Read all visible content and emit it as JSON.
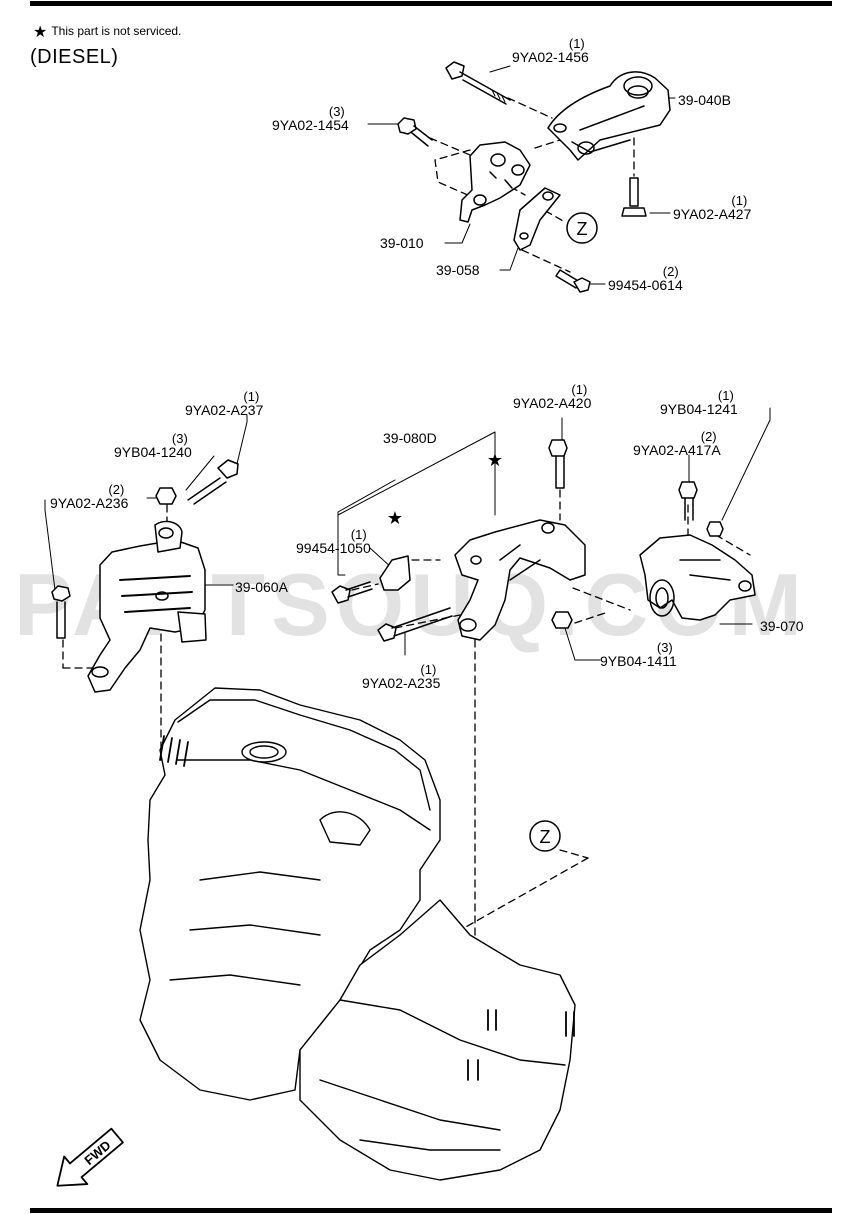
{
  "header": {
    "note_symbol": "★",
    "note_text": "This part is not serviced.",
    "variant": "(DIESEL)"
  },
  "watermark": "PARTSOUQ.COM",
  "circle_label": "Z",
  "fwd_label": "FWD",
  "callouts": [
    {
      "id": "9ya02-1456",
      "part": "9YA02-1456",
      "qty": "(1)"
    },
    {
      "id": "39-040b",
      "part": "39-040B",
      "qty": ""
    },
    {
      "id": "9ya02-1454",
      "part": "9YA02-1454",
      "qty": "(3)"
    },
    {
      "id": "9ya02-a427",
      "part": "9YA02-A427",
      "qty": "(1)"
    },
    {
      "id": "39-010",
      "part": "39-010",
      "qty": ""
    },
    {
      "id": "39-058",
      "part": "39-058",
      "qty": ""
    },
    {
      "id": "99454-0614",
      "part": "99454-0614",
      "qty": "(2)"
    },
    {
      "id": "9ya02-a237",
      "part": "9YA02-A237",
      "qty": "(1)"
    },
    {
      "id": "9yb04-1240",
      "part": "9YB04-1240",
      "qty": "(3)"
    },
    {
      "id": "9ya02-a236",
      "part": "9YA02-A236",
      "qty": "(2)"
    },
    {
      "id": "39-060a",
      "part": "39-060A",
      "qty": ""
    },
    {
      "id": "39-080d",
      "part": "39-080D",
      "qty": ""
    },
    {
      "id": "9ya02-a420",
      "part": "9YA02-A420",
      "qty": "(1)"
    },
    {
      "id": "9yb04-1241",
      "part": "9YB04-1241",
      "qty": "(1)"
    },
    {
      "id": "9ya02-a417a",
      "part": "9YA02-A417A",
      "qty": "(2)"
    },
    {
      "id": "99454-1050",
      "part": "99454-1050",
      "qty": "(1)"
    },
    {
      "id": "39-070",
      "part": "39-070",
      "qty": ""
    },
    {
      "id": "9ya02-a235",
      "part": "9YA02-A235",
      "qty": "(1)"
    },
    {
      "id": "9yb04-1411",
      "part": "9YB04-1411",
      "qty": "(3)"
    }
  ]
}
